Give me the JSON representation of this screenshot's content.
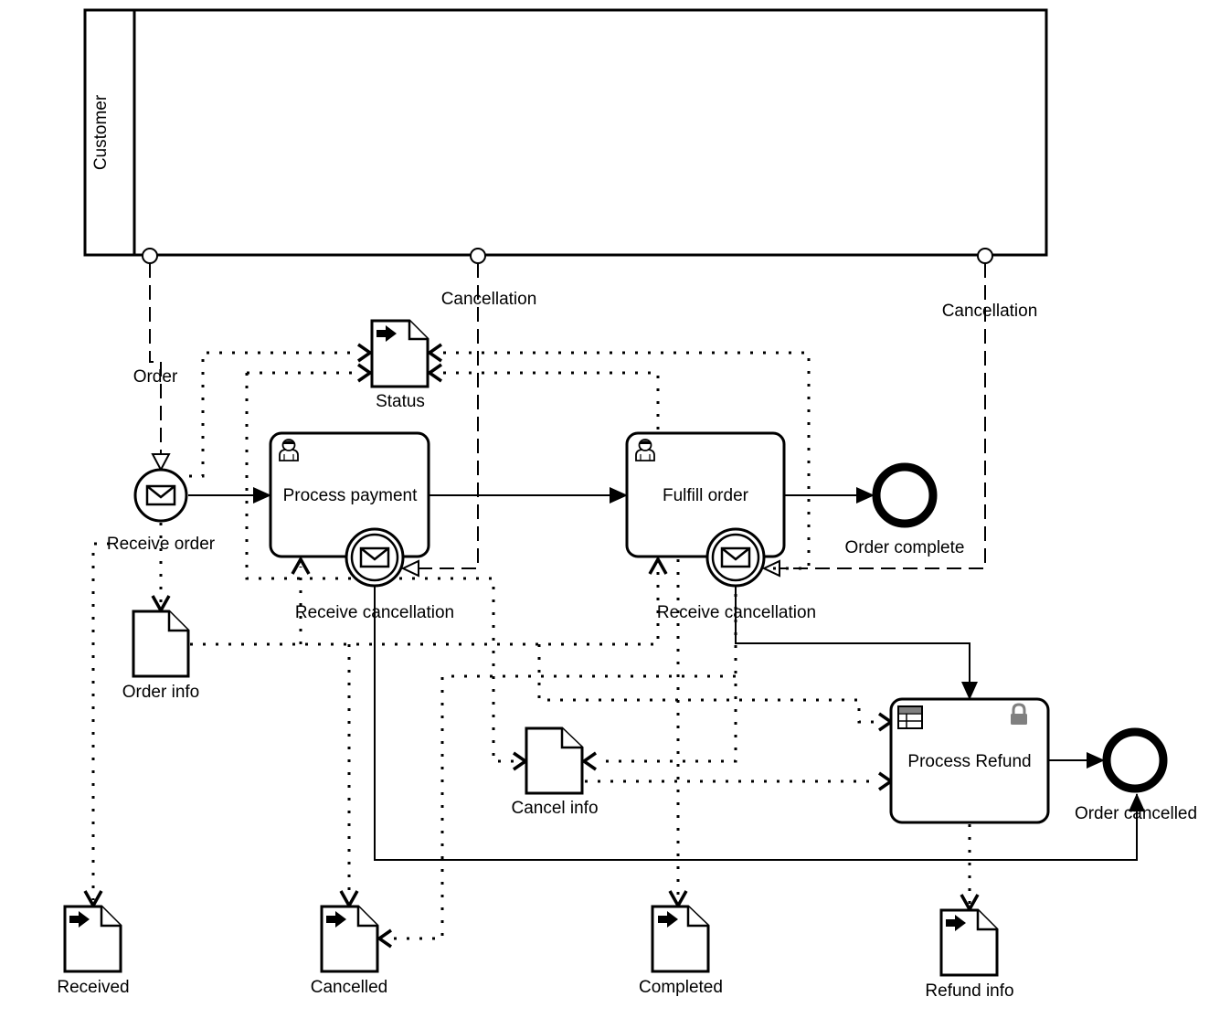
{
  "diagram": {
    "type": "BPMN collaboration",
    "pool": {
      "label": "Customer"
    },
    "message_flows": [
      {
        "label": "Order",
        "from": "Customer",
        "to": "Receive order"
      },
      {
        "label": "Cancellation",
        "from": "Customer",
        "to": "Receive cancellation (Process payment)"
      },
      {
        "label": "Cancellation",
        "from": "Customer",
        "to": "Receive cancellation (Fulfill order)"
      }
    ],
    "events": {
      "start": {
        "label": "Receive order",
        "icon": "envelope-icon"
      },
      "boundary_payment": {
        "label": "Receive cancellation",
        "icon": "envelope-icon"
      },
      "boundary_fulfill": {
        "label": "Receive cancellation",
        "icon": "envelope-icon"
      },
      "end_complete": {
        "label": "Order complete"
      },
      "end_cancelled": {
        "label": "Order cancelled"
      }
    },
    "tasks": {
      "payment": {
        "label": "Process payment",
        "icon": "user-icon"
      },
      "fulfill": {
        "label": "Fulfill order",
        "icon": "user-icon"
      },
      "refund": {
        "label": "Process Refund",
        "icon": "table-icon",
        "marker": "lock-icon"
      }
    },
    "data_objects": {
      "status": {
        "label": "Status",
        "kind": "output"
      },
      "order_info": {
        "label": "Order info",
        "kind": "plain"
      },
      "cancel_info": {
        "label": "Cancel info",
        "kind": "plain"
      },
      "received": {
        "label": "Received",
        "kind": "output"
      },
      "cancelled": {
        "label": "Cancelled",
        "kind": "output"
      },
      "completed": {
        "label": "Completed",
        "kind": "output"
      },
      "refund_info": {
        "label": "Refund info",
        "kind": "output"
      }
    }
  }
}
